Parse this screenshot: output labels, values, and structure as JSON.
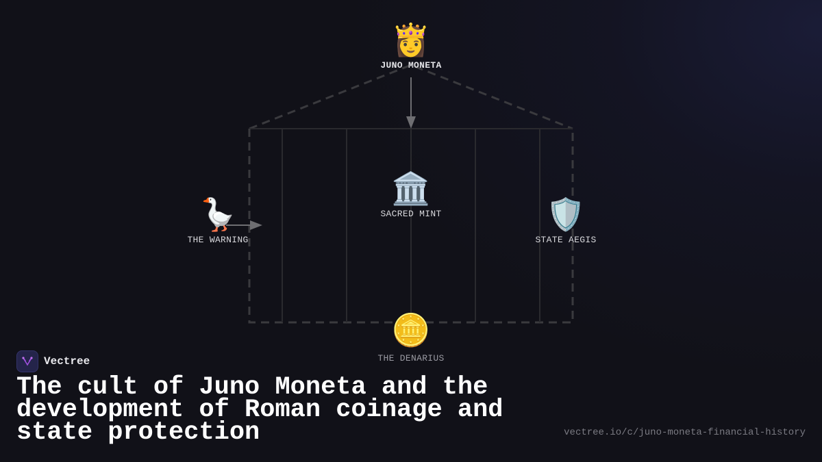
{
  "diagram": {
    "nodes": {
      "top": {
        "label": "JUNO MONETA",
        "icon": "princess-crown-emoji",
        "glyph": "👸"
      },
      "center": {
        "label": "SACRED MINT",
        "icon": "classical-building-emoji",
        "glyph": "🏛️"
      },
      "left": {
        "label": "THE WARNING",
        "icon": "goose-emoji",
        "glyph": "🪿"
      },
      "right": {
        "label": "STATE AEGIS",
        "icon": "shield-emoji",
        "glyph": "🛡️"
      },
      "bottom": {
        "label": "THE DENARIUS",
        "icon": "coin-emoji",
        "glyph": "🪙"
      }
    },
    "edges": [
      {
        "from": "JUNO MONETA",
        "to": "SACRED MINT",
        "style": "arrow"
      },
      {
        "from": "THE WARNING",
        "to": "temple",
        "style": "arrow"
      }
    ],
    "colors": {
      "dashed_outline": "#3a3a3e",
      "columns": "#2a2a2e",
      "arrow": "#6e6e72"
    }
  },
  "brand": {
    "name": "Vectree"
  },
  "title": "The cult of Juno Moneta and the development of Roman coinage and state protection",
  "url": "vectree.io/c/juno-moneta-financial-history"
}
